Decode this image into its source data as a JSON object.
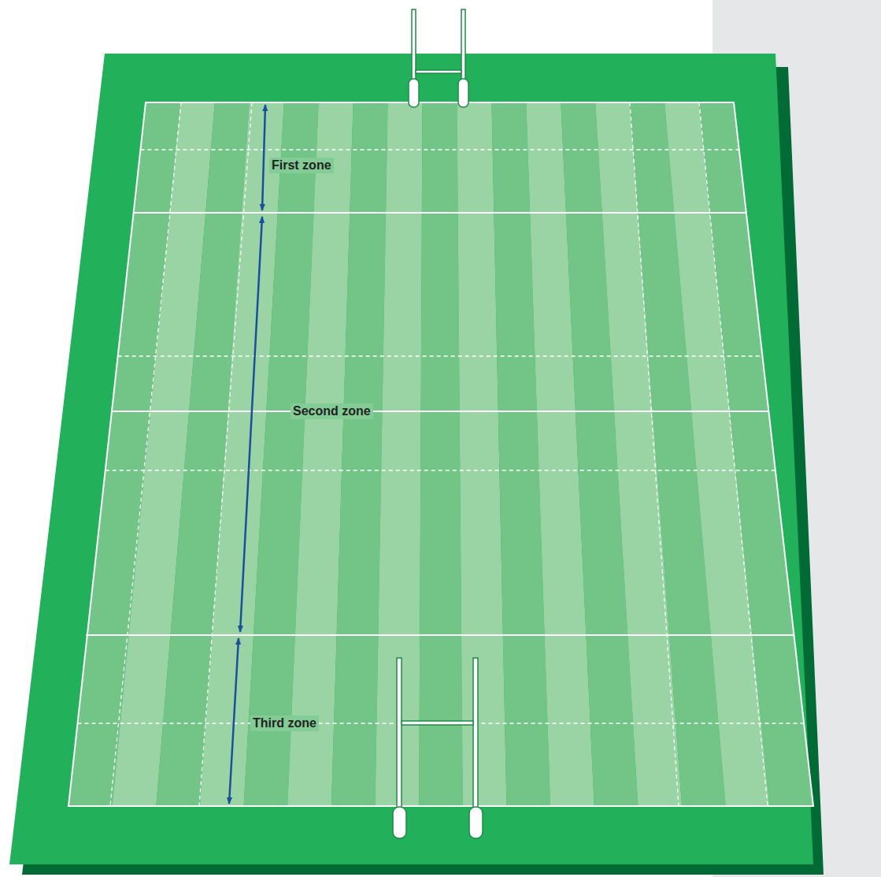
{
  "diagram": {
    "labels": [
      "First zone",
      "Second zone",
      "Third zone"
    ]
  }
}
